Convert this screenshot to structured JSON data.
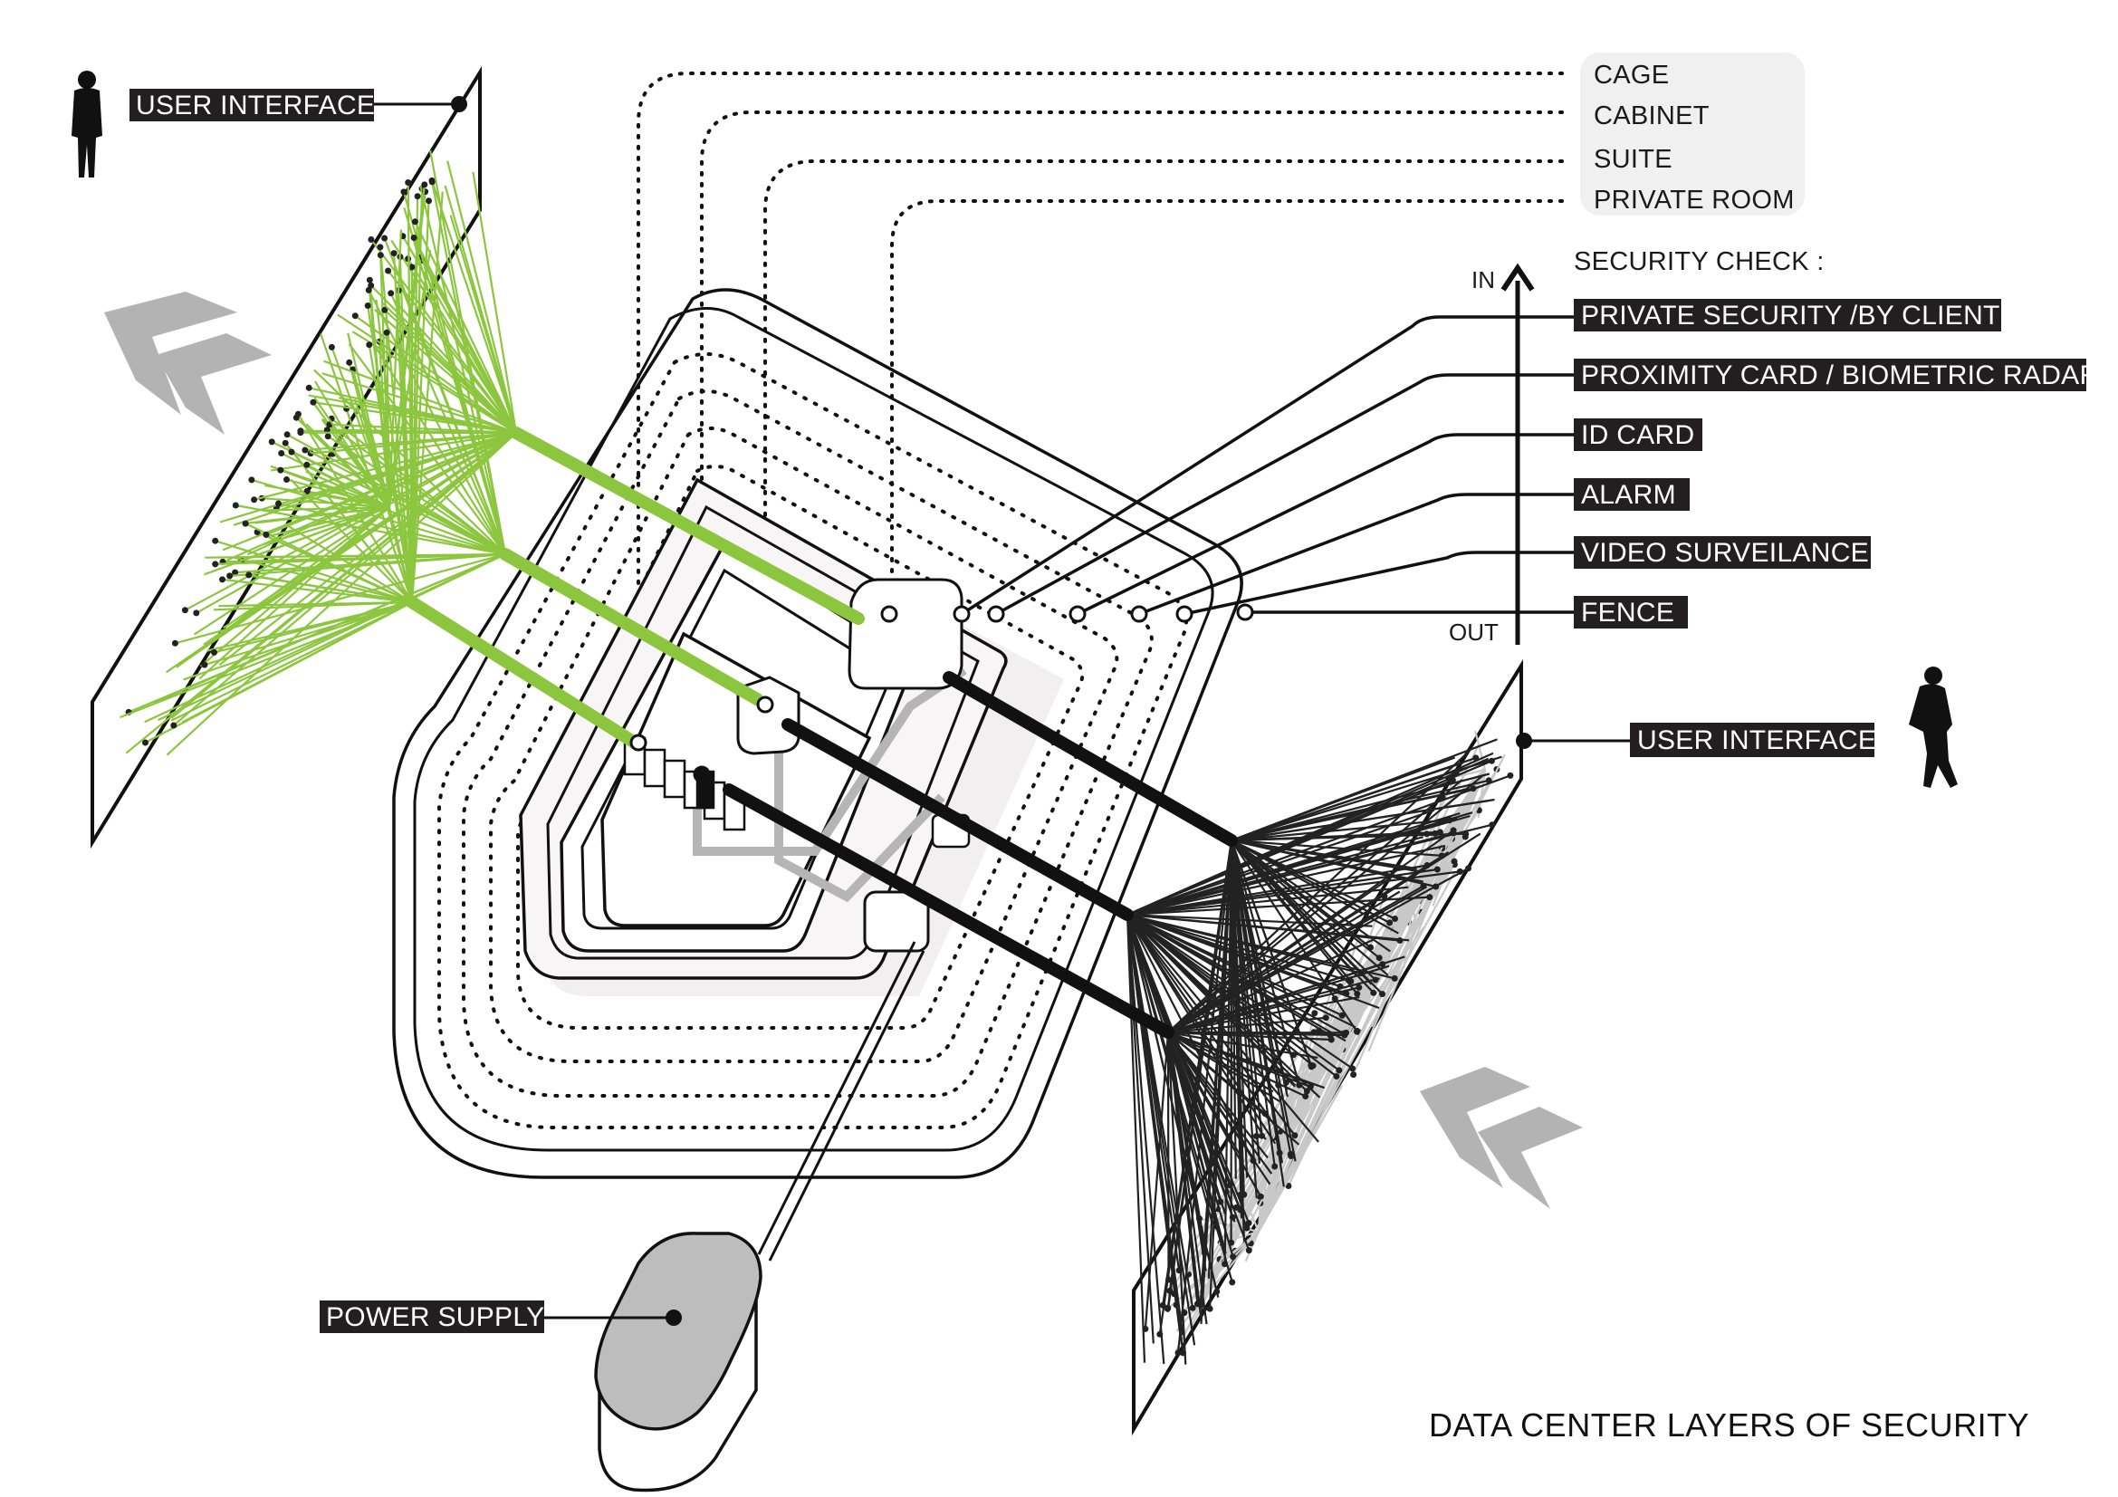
{
  "title": "DATA CENTER LAYERS OF SECURITY",
  "user_interface_label_left": "USER INTERFACE",
  "user_interface_label_right": "USER INTERFACE",
  "power_supply_label": "POWER SUPPLY",
  "enclosure_types": {
    "items": [
      "CAGE",
      "CABINET",
      "SUITE",
      "PRIVATE ROOM"
    ]
  },
  "security_check": {
    "heading": "SECURITY CHECK :",
    "in_label": "IN",
    "out_label": "OUT",
    "layers": [
      "PRIVATE SECURITY /BY CLIENT",
      "PROXIMITY CARD / BIOMETRIC RADAR",
      "ID CARD",
      "ALARM",
      "VIDEO SURVEILANCE",
      "FENCE"
    ]
  },
  "icons": {
    "person_left": "standing-person-icon",
    "person_right": "walking-person-icon",
    "arrows_left": "double-chevron-icon",
    "arrows_right": "double-chevron-icon"
  },
  "colors": {
    "green_network": "#8cc63f",
    "dark_network": "#222222",
    "label_fill": "#231f20",
    "chevron_gray": "#b3b3b3",
    "legend_box": "#f0f0f0",
    "power_supply_fill": "#bdbdbd"
  }
}
